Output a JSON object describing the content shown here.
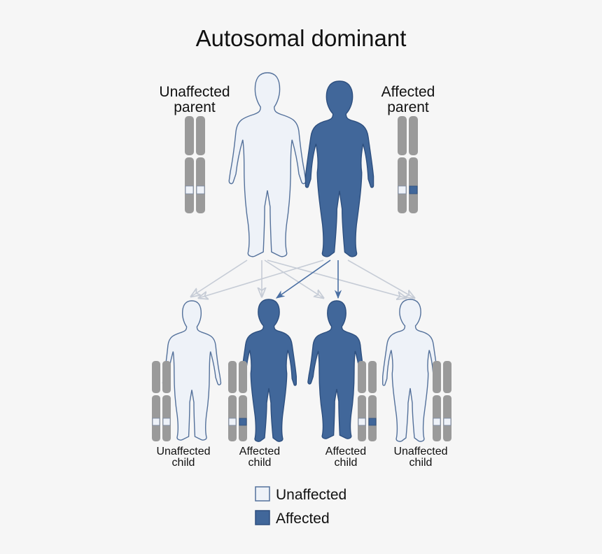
{
  "title": "Autosomal dominant",
  "parents": [
    {
      "label_line1": "Unaffected",
      "label_line2": "parent",
      "status": "unaffected"
    },
    {
      "label_line1": "Affected",
      "label_line2": "parent",
      "status": "affected"
    }
  ],
  "children": [
    {
      "label_line1": "Unaffected",
      "label_line2": "child",
      "status": "unaffected"
    },
    {
      "label_line1": "Affected",
      "label_line2": "child",
      "status": "affected"
    },
    {
      "label_line1": "Affected",
      "label_line2": "child",
      "status": "affected"
    },
    {
      "label_line1": "Unaffected",
      "label_line2": "child",
      "status": "unaffected"
    }
  ],
  "legend": [
    {
      "label": "Unaffected",
      "swatch": "unaffected"
    },
    {
      "label": "Affected",
      "swatch": "affected"
    }
  ],
  "colors": {
    "affected": "#41679a",
    "affected_stroke": "#2d4f7f",
    "unaffected": "#eef2f8",
    "unaffected_stroke": "#54719b",
    "chromosome": "#9a9a9a",
    "arrow_affected": "#4a6fa3",
    "arrow_unaffected": "#c6ccd6",
    "background": "#f6f6f6"
  },
  "icons": [
    "person-silhouette",
    "chromosome-pair",
    "inheritance-arrow"
  ]
}
